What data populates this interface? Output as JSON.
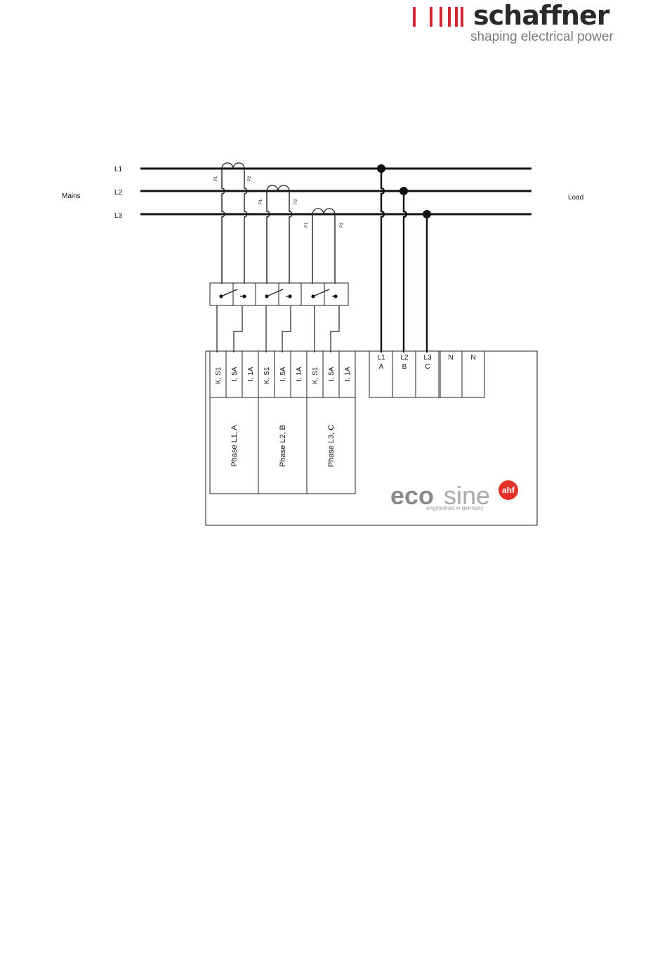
{
  "header": {
    "brand_name": "schaffner",
    "brand_tagline": "shaping electrical power",
    "brand_color": "#d22630"
  },
  "diagram": {
    "side_labels": {
      "left": "Mains",
      "right": "Load"
    },
    "lines": [
      "L1",
      "L2",
      "L3"
    ],
    "ct_terminals": [
      "P1",
      "P2"
    ],
    "ct_block_terminals": [
      [
        "K, S1",
        "I, 5A",
        "I, 1A"
      ],
      [
        "K, S1",
        "I, 5A",
        "I, 1A"
      ],
      [
        "K, S1",
        "I, 5A",
        "I, 1A"
      ]
    ],
    "phases": [
      "Phase L1, A",
      "Phase L2, B",
      "Phase L3, C"
    ],
    "voltage_terminals": [
      {
        "top": "L1",
        "bottom": "A"
      },
      {
        "top": "L2",
        "bottom": "B"
      },
      {
        "top": "L3",
        "bottom": "C"
      },
      {
        "top": "N",
        "bottom": ""
      },
      {
        "top": "N",
        "bottom": ""
      }
    ],
    "device_logo": {
      "eco": "eco",
      "sine": "sine",
      "badge": "ahf",
      "tagline": "engineered in germany",
      "badge_color": "#e4322b",
      "eco_color": "#8a8a8a",
      "sine_color": "#a8a8a8"
    }
  }
}
